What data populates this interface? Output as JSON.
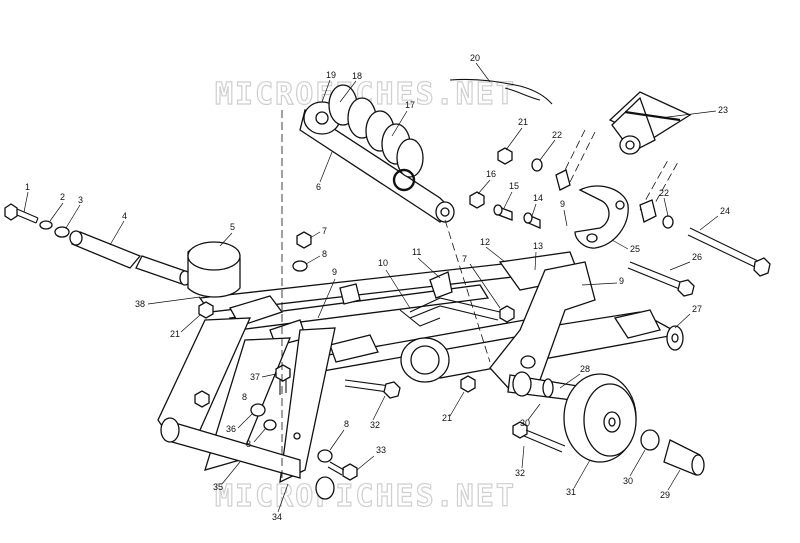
{
  "watermark": {
    "top": "MICROFICHES.NET",
    "bottom": "MICROFICHES.NET"
  },
  "callouts": [
    "1",
    "2",
    "3",
    "4",
    "5",
    "38",
    "21",
    "7",
    "8",
    "9",
    "6",
    "17",
    "18",
    "19",
    "20",
    "10",
    "11",
    "12",
    "13",
    "9",
    "21",
    "22",
    "23",
    "16",
    "15",
    "14",
    "9",
    "25",
    "22",
    "24",
    "26",
    "27",
    "37",
    "36",
    "8",
    "32",
    "35",
    "34",
    "8",
    "33",
    "21",
    "28",
    "30",
    "32",
    "31",
    "30",
    "29",
    "8",
    "7"
  ]
}
